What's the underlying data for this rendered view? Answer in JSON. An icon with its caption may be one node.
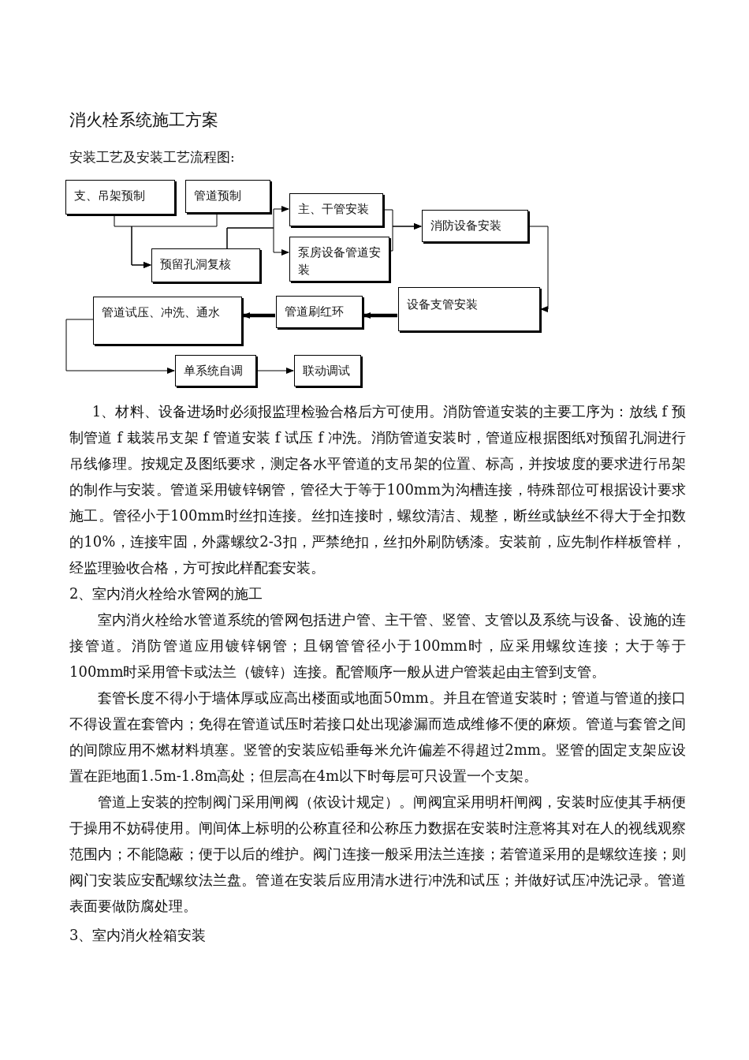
{
  "diagram": {
    "title": "消火栓系统施工方案",
    "nodes": [
      {
        "text": [
          "支、吊架预制"
        ]
      },
      {
        "text": [
          "管道预制"
        ]
      },
      {
        "text": [
          "主、干管安装"
        ]
      },
      {
        "text": [
          "消防设备安装"
        ]
      },
      {
        "text": [
          "预留孔洞复核"
        ]
      },
      {
        "text": [
          "泵房设备管道安装"
        ]
      },
      {
        "text": [
          "管道试压、冲洗、通水"
        ]
      },
      {
        "text": [
          "管道刷红环"
        ]
      },
      {
        "text": [
          "设备支管安装"
        ]
      },
      {
        "text": [
          "单系统自调"
        ]
      },
      {
        "text": [
          "联动调试"
        ]
      }
    ],
    "edges": [
      {
        "from": 0,
        "to": 4,
        "arrow": "to"
      },
      {
        "from": 1,
        "to": 4,
        "arrow": "to"
      },
      {
        "from": 4,
        "to": 2,
        "arrow": "to"
      },
      {
        "from": 4,
        "to": 5,
        "arrow": "to"
      },
      {
        "from": 2,
        "to": 3,
        "arrow": "to"
      },
      {
        "from": 5,
        "to": 3,
        "arrow": "to"
      },
      {
        "from": 3,
        "to": 8,
        "arrow": "to"
      },
      {
        "from": 8,
        "to": 7,
        "arrow": "to",
        "style": "thick"
      },
      {
        "from": 7,
        "to": 6,
        "arrow": "to",
        "style": "thick"
      },
      {
        "from": 6,
        "to": 9,
        "arrow": "to"
      },
      {
        "from": 9,
        "to": 10,
        "arrow": "to"
      }
    ],
    "labels": [
      "安装工艺及安装工艺流程图:",
      "1、材料、设备进场时必须报监理检验合格后方可使用。消防管道安装的主要工序为：放线 f 预制管道 f 栽装吊支架 f 管道安装 f 试压 f 冲洗。消防管道安装时，管道应根据图纸对预留孔洞进行吊线修理。按规定及图纸要求，测定各水平管道的支吊架的位置、标高，并按坡度的要求进行吊架的制作与安装。管道采用镀锌钢管，管径大于等于100mm为沟槽连接，特殊部位可根据设计要求施工。管径小于100mm时丝扣连接。丝扣连接时，螺纹清洁、规整，断丝或缺丝不得大于全扣数的10%，连接牢固，外露螺纹2-3扣，严禁绝扣，丝扣外刷防锈漆。安装前，应先制作样板管样，经监理验收合格，方可按此样配套安装。",
      "2、室内消火栓给水管网的施工",
      "室内消火栓给水管道系统的管网包括进户管、主干管、竖管、支管以及系统与设备、设施的连接管道。消防管道应用镀锌钢管；且钢管管径小于100mm时，应采用螺纹连接；大于等于100mm时采用管卡或法兰（镀锌）连接。配管顺序一般从进户管装起由主管到支管。",
      "套管长度不得小于墙体厚或应高出楼面或地面50mm。并且在管道安装时；管道与管道的接口不得设置在套管内；免得在管道试压时若接口处出现渗漏而造成维修不便的麻烦。管道与套管之间的间隙应用不燃材料填塞。竖管的安装应铅垂每米允许偏差不得超过2mm。竖管的固定支架应设置在距地面1.5m-1.8m高处；但层高在4m以下时每层可只设置一个支架。",
      "管道上安装的控制阀门采用闸阀（依设计规定）。闸阀宜采用明杆闸阀，安装时应使其手柄便于操用不妨碍使用。闸间体上标明的公称直径和公称压力数据在安装时注意将其对在人的视线观察范围内；不能隐蔽；便于以后的维护。阀门连接一般采用法兰连接；若管道采用的是螺纹连接；则阀门安装应安配螺纹法兰盘。管道在安装后应用清水进行冲洗和试压；并做好试压冲洗记录。管道表面要做防腐处理。",
      "3、室内消火栓箱安装"
    ]
  }
}
